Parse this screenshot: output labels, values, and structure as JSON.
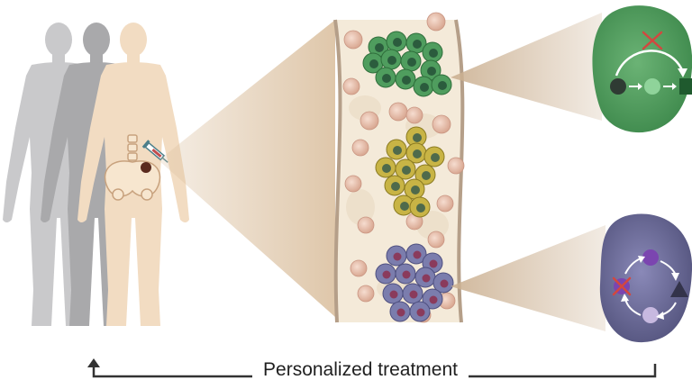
{
  "caption": {
    "text": "Personalized treatment"
  },
  "colors": {
    "silhouette_back": "#c9c9cb",
    "silhouette_mid": "#a9a9ab",
    "silhouette_front": "#f2dcc2",
    "beam": "#d9bd9b",
    "vessel": "#f4ead9",
    "vessel_wall": "#b59f89",
    "rbc": "#ecc7b4",
    "green_cluster": "#3e8f52",
    "yellow_cluster": "#b7a335",
    "purple_cluster": "#6d6f9d",
    "green_blob": "#5aa266",
    "purple_blob": "#7675a6",
    "red_x": "#d3473f",
    "arrow": "#333333"
  },
  "icons": [
    "human-silhouette",
    "syringe-icon",
    "pelvis-bone",
    "cell-cluster",
    "red-x-icon",
    "circle-node",
    "square-node",
    "triangle-node",
    "return-arrow"
  ]
}
